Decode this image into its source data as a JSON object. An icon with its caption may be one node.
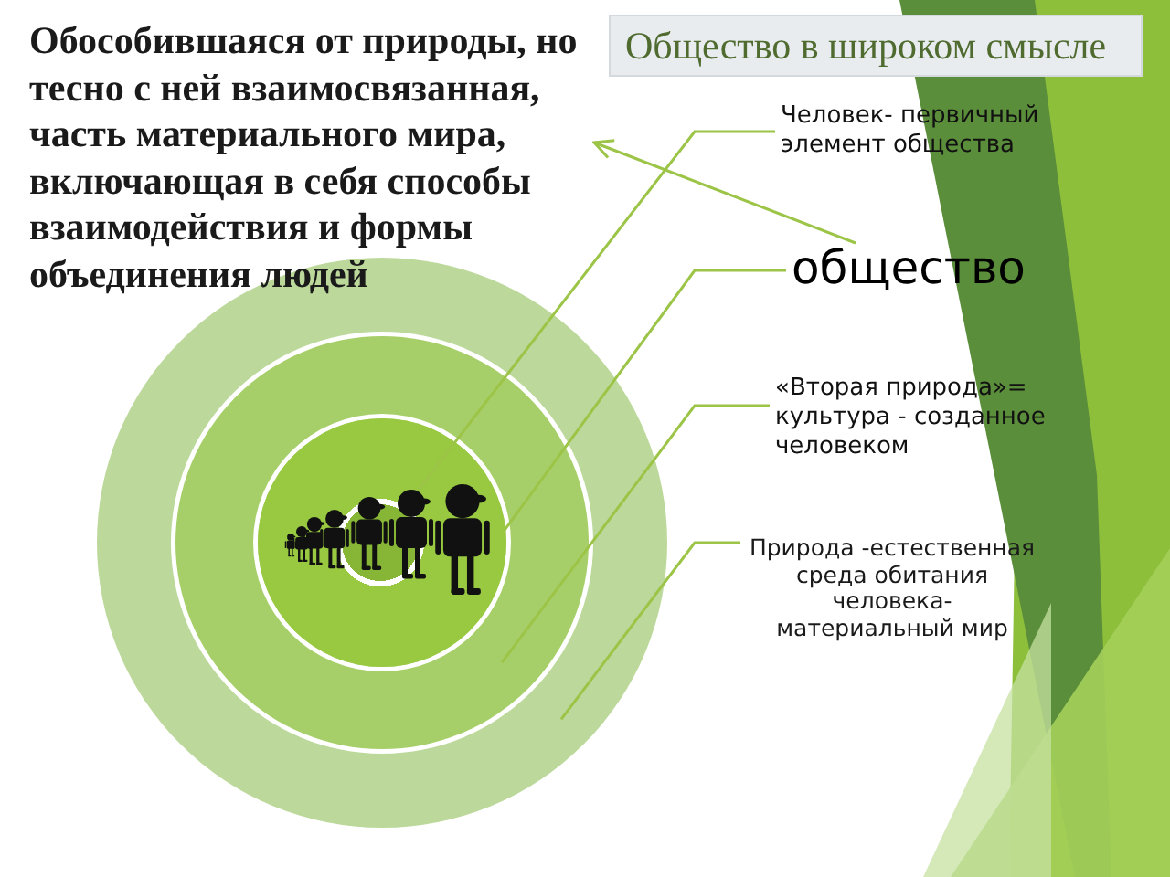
{
  "diagram": {
    "title": "Общество в широком смысле",
    "nodes": [
      {
        "text": [
          "Обособившаяся от природы, но тесно с ней взаимосвязанная, часть материального мира, включающая в себя способы взаимодействия и формы объединения людей"
        ]
      },
      {
        "text": [
          "Человек- первичный элемент общества"
        ]
      },
      {
        "text": [
          "общество"
        ]
      },
      {
        "text": [
          "«Вторая природа»= культура - созданное человеком"
        ]
      },
      {
        "text": [
          "Природа -естественная среда обитания человека- материальный мир"
        ]
      },
      {
        "text": [],
        "shape": "circle"
      },
      {
        "text": [],
        "shape": "circle",
        "in": 5
      },
      {
        "text": [],
        "shape": "circle",
        "in": 6
      },
      {
        "text": [],
        "shape": "picture",
        "in": 7
      }
    ],
    "edges": [
      {
        "from": 1,
        "to": 8,
        "arrow": "none"
      },
      {
        "from": 2,
        "to": 7,
        "arrow": "none"
      },
      {
        "from": 3,
        "to": 6,
        "arrow": "none"
      },
      {
        "from": 4,
        "to": 5,
        "arrow": "none"
      },
      {
        "from": 2,
        "to": 0,
        "arrow": "to"
      }
    ]
  }
}
